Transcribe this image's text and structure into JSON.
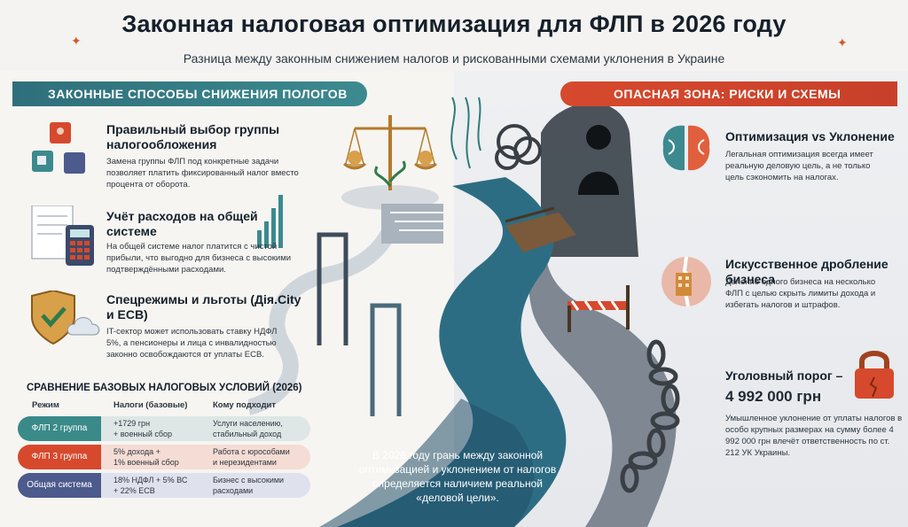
{
  "title": "Законная налоговая оптимизация для ФЛП в 2026 году",
  "subtitle": "Разница между законным снижением налогов и рискованными схемами уклонения в Украине",
  "left_banner": "ЗАКОННЫЕ СПОСОБЫ СНИЖЕНИЯ ПОЛОГОВ",
  "right_banner": "ОПАСНАЯ ЗОНА: РИСКИ И СХЕМЫ",
  "left_items": [
    {
      "title": "Правильный выбор группы налогообложения",
      "text": "Замена группы ФЛП под конкретные задачи позволяет платить фиксированный налог вместо процента от оборота."
    },
    {
      "title": "Учёт расходов на общей системе",
      "text": "На общей системе налог платится с чистой прибыли, что выгодно для бизнеса с высокими подтверждёнными расходами."
    },
    {
      "title": "Спецрежимы и льготы (Дія.City и ЕСВ)",
      "text": "IT-сектор может использовать ставку НДФЛ 5%, а пенсионеры и лица с инвалидностью законно освобождаются от уплаты ЕСВ."
    }
  ],
  "right_items": [
    {
      "title": "Оптимизация vs Уклонение",
      "text": "Легальная оптимизация всегда имеет реальную деловую цель, а не только цель сэкономить на налогах."
    },
    {
      "title": "Искусственное дробление бизнеса",
      "text": "Деление одного бизнеса на несколько ФЛП с целью скрыть лимиты дохода и избегать налогов и штрафов."
    },
    {
      "title": "Уголовный порог –",
      "value": "4 992 000 грн",
      "text": "Умышленное уклонение от уплаты налогов в особо крупных размерах на сумму более 4 992 000 грн влечёт ответственность по ст. 212 УК Украины."
    }
  ],
  "table": {
    "title": "СРАВНЕНИЕ БАЗОВЫХ НАЛОГОВЫХ УСЛОВИЙ (2026)",
    "headers": [
      "Режим",
      "Налоги (базовые)",
      "Кому подходит"
    ],
    "rows": [
      {
        "mode": "ФЛП 2 группа",
        "tax1": "+1729 грн",
        "tax2": "+ военный сбор",
        "who1": "Услуги населению,",
        "who2": "стабильный доход",
        "color": "#3a8a8a",
        "bg": "#dfe6e6"
      },
      {
        "mode": "ФЛП 3 группа",
        "tax1": "5% дохода +",
        "tax2": "1% военный сбор",
        "who1": "Работа с юрособами",
        "who2": "и нерезидентами",
        "color": "#d6492d",
        "bg": "#f5dcd4"
      },
      {
        "mode": "Общая система",
        "tax1": "18% НДФЛ + 5% ВС",
        "tax2": "+ 22% ЕСВ",
        "who1": "Бизнес с высокими",
        "who2": "расходами",
        "color": "#4c5a8c",
        "bg": "#dfe2ec"
      }
    ]
  },
  "quote": "В 2026 году грань между законной оптимизацией и уклонением от налогов определяется наличием реальной «деловой цели».",
  "colors": {
    "teal": "#2f6f7b",
    "red": "#d6492d",
    "navy": "#4c5a8c",
    "river": "#2d6d84"
  }
}
